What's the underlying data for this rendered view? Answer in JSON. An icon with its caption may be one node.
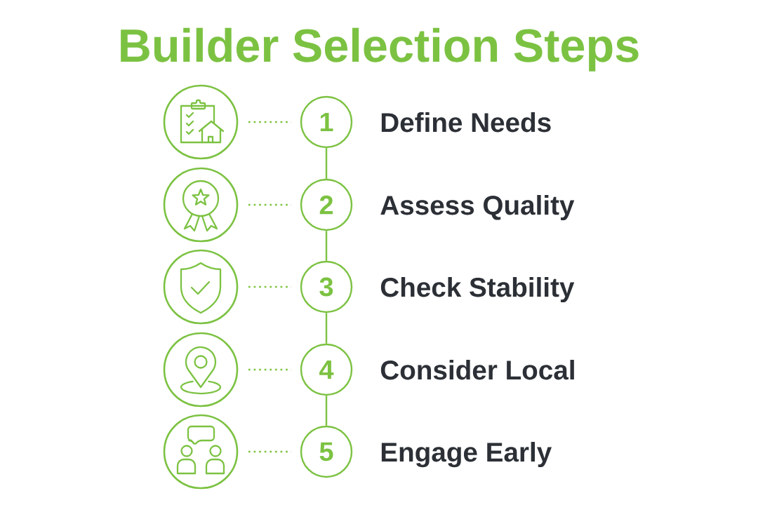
{
  "diagram": {
    "title": "Builder Selection Steps",
    "nodes": [
      {
        "text": [],
        "shape": "circle"
      },
      {
        "text": [
          "1"
        ],
        "beside": [
          "Define Needs"
        ]
      },
      {
        "text": [],
        "shape": "circle"
      },
      {
        "text": [
          "2"
        ],
        "beside": [
          "Assess Quality"
        ]
      },
      {
        "text": [],
        "shape": "circle"
      },
      {
        "text": [
          "3"
        ],
        "beside": [
          "Check Stability"
        ]
      },
      {
        "text": [],
        "shape": "circle"
      },
      {
        "text": [
          "4"
        ],
        "beside": [
          "Consider Local"
        ]
      },
      {
        "text": [],
        "shape": "circle"
      },
      {
        "text": [
          "5"
        ],
        "beside": [
          "Engage Early"
        ]
      }
    ],
    "edges": [
      {
        "from": 0,
        "to": 1,
        "arrow": "none",
        "style": "dashed"
      },
      {
        "from": 1,
        "to": 3,
        "arrow": "none"
      },
      {
        "from": 2,
        "to": 3,
        "arrow": "none",
        "style": "dashed"
      },
      {
        "from": 3,
        "to": 5,
        "arrow": "none"
      },
      {
        "from": 4,
        "to": 5,
        "arrow": "none",
        "style": "dashed"
      },
      {
        "from": 5,
        "to": 7,
        "arrow": "none"
      },
      {
        "from": 6,
        "to": 7,
        "arrow": "none",
        "style": "dashed"
      },
      {
        "from": 7,
        "to": 9,
        "arrow": "none"
      },
      {
        "from": 8,
        "to": 9,
        "arrow": "none",
        "style": "dashed"
      }
    ]
  }
}
